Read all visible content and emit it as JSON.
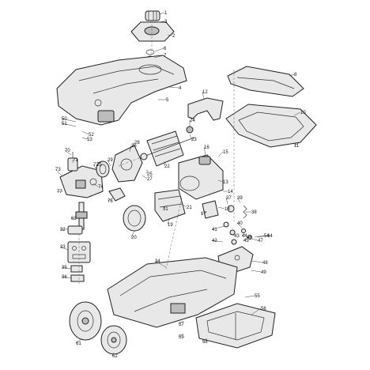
{
  "parts": [
    {
      "no": "1"
    },
    {
      "no": "2"
    },
    {
      "no": "3"
    },
    {
      "no": "4"
    },
    {
      "no": "5"
    },
    {
      "no": "6"
    },
    {
      "no": "7"
    },
    {
      "no": "8"
    },
    {
      "no": "10"
    },
    {
      "no": "11"
    },
    {
      "no": "12"
    },
    {
      "no": "13"
    },
    {
      "no": "14"
    },
    {
      "no": "15"
    },
    {
      "no": "16"
    },
    {
      "no": "17"
    },
    {
      "no": "18"
    },
    {
      "no": "19"
    },
    {
      "no": "20"
    },
    {
      "no": "21"
    },
    {
      "no": "22"
    },
    {
      "no": "23"
    },
    {
      "no": "24"
    },
    {
      "no": "25"
    },
    {
      "no": "26"
    },
    {
      "no": "27"
    },
    {
      "no": "28"
    },
    {
      "no": "29"
    },
    {
      "no": "31"
    },
    {
      "no": "32"
    },
    {
      "no": "33"
    },
    {
      "no": "34"
    },
    {
      "no": "35"
    },
    {
      "no": "36"
    },
    {
      "no": "37"
    },
    {
      "no": "38"
    },
    {
      "no": "39"
    },
    {
      "no": "40"
    },
    {
      "no": "41"
    },
    {
      "no": "42"
    },
    {
      "no": "43"
    },
    {
      "no": "44"
    },
    {
      "no": "45"
    },
    {
      "no": "46"
    },
    {
      "no": "47"
    },
    {
      "no": "48"
    },
    {
      "no": "49"
    },
    {
      "no": "50"
    },
    {
      "no": "51"
    },
    {
      "no": "52"
    },
    {
      "no": "53"
    },
    {
      "no": "54"
    },
    {
      "no": "55"
    },
    {
      "no": "56"
    },
    {
      "no": "57"
    },
    {
      "no": "58"
    },
    {
      "no": "59"
    },
    {
      "no": "61"
    },
    {
      "no": "62"
    },
    {
      "no": "63"
    },
    {
      "no": "64"
    },
    {
      "no": "70"
    },
    {
      "no": "71"
    },
    {
      "no": "72"
    },
    {
      "no": "73"
    },
    {
      "no": "74"
    },
    {
      "no": "75"
    },
    {
      "no": "76"
    },
    {
      "no": "77"
    }
  ]
}
